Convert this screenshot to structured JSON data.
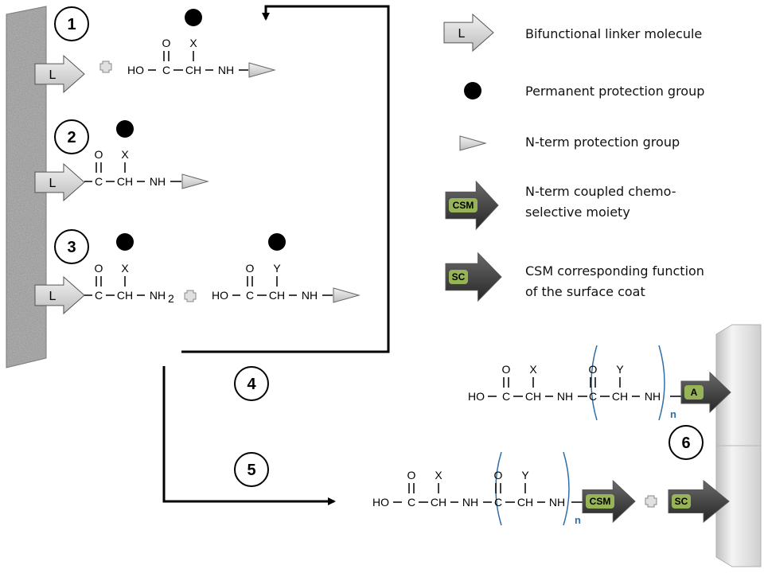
{
  "steps": [
    "1",
    "2",
    "3",
    "4",
    "5",
    "6"
  ],
  "arrow_labels": {
    "linker": "L",
    "csm": "CSM",
    "sc": "SC",
    "anchor": "A"
  },
  "chem": {
    "ho": "HO",
    "c": "C",
    "ch": "CH",
    "nh": "NH",
    "nh2": "NH",
    "sub2": "2",
    "o": "O",
    "x": "X",
    "y": "Y",
    "n": "n",
    "dash": "–"
  },
  "legend": {
    "linker_line1": "Bifunctional linker molecule",
    "permanent": "Permanent protection group",
    "nterm": "N-term protection group",
    "csm_line1": "N-term coupled chemo-",
    "csm_line2": "selective moiety",
    "sc_line1": "CSM corresponding  function",
    "sc_line2": "of the surface coat"
  },
  "colors": {
    "granite": "#8a8a8a",
    "surface_plate": "#d8d8d8",
    "arrow_grey": "#d0d0d0",
    "arrow_dark": "#3a3a3a",
    "arrow_label_bg": "#9bbb59",
    "bracket": "#2f6fa7"
  }
}
